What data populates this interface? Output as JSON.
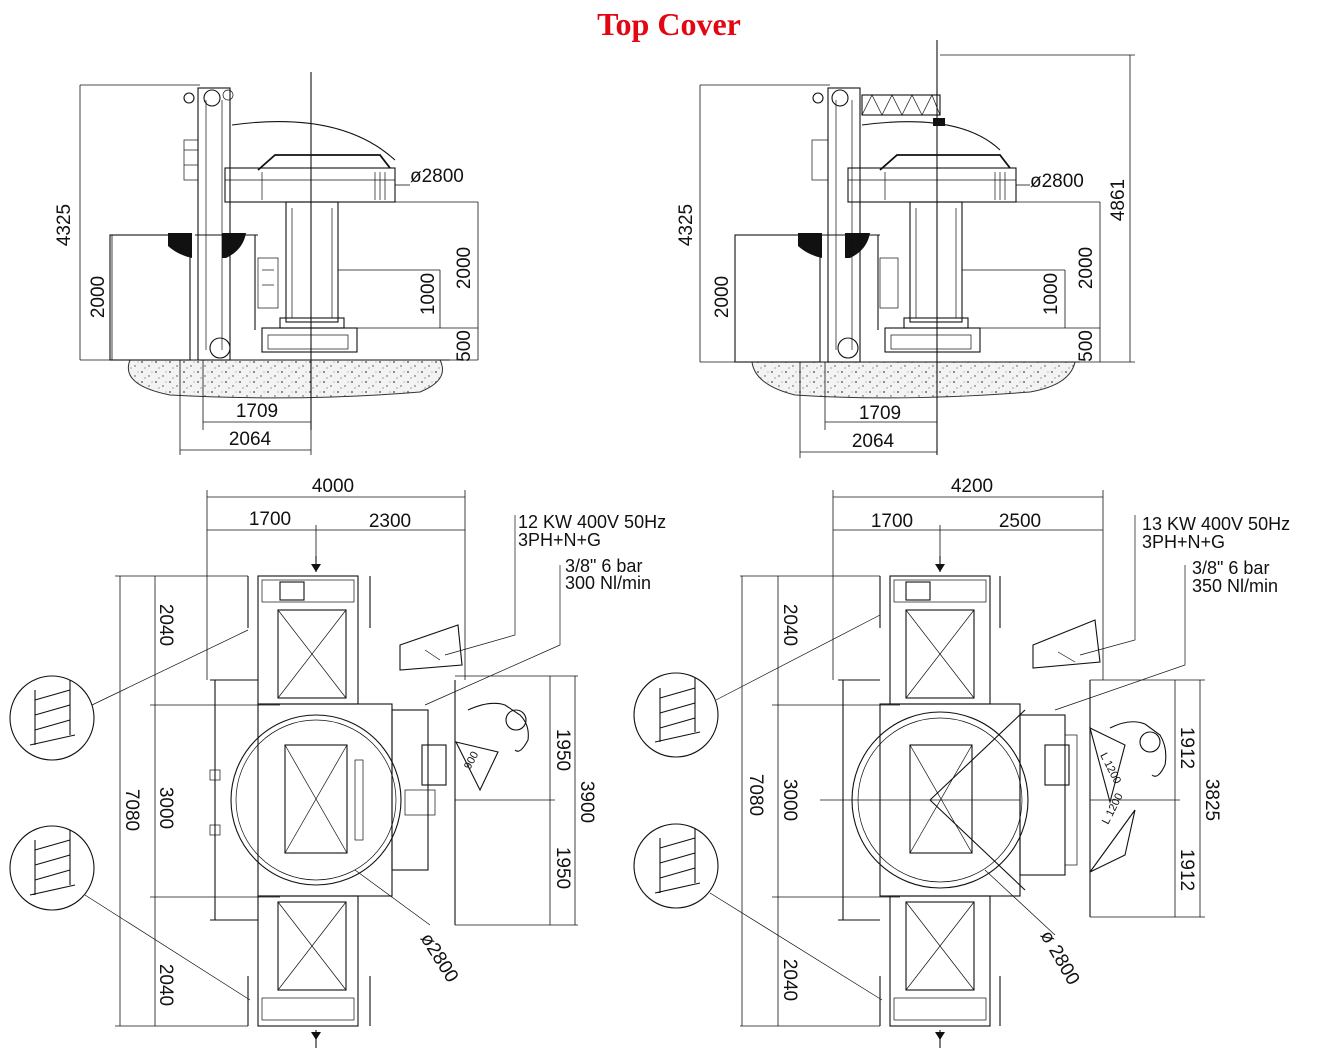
{
  "title": "Top Cover",
  "colors": {
    "title": "#e30613",
    "line": "#111111"
  },
  "elevation_left": {
    "height_total": "4325",
    "height_column": "2000",
    "diameter": "ø2800",
    "height_a": "2000",
    "height_b": "1000",
    "height_c": "500",
    "width_a": "1709",
    "width_b": "2064"
  },
  "elevation_right": {
    "height_total": "4325",
    "height_max": "4861",
    "height_column": "2000",
    "diameter": "ø2800",
    "height_a": "2000",
    "height_b": "1000",
    "height_c": "500",
    "width_a": "1709",
    "width_b": "2064"
  },
  "plan_left": {
    "width_total": "4000",
    "width_a": "1700",
    "width_b": "2300",
    "power_line1": "12 KW 400V 50Hz",
    "power_line2": "3PH+N+G",
    "air_line1": "3/8\" 6 bar",
    "air_line2": "300 Nl/min",
    "len_total": "7080",
    "len_top": "2040",
    "len_mid": "3000",
    "len_bot": "2040",
    "side_top": "1950",
    "side_bot": "1950",
    "side_total": "3900",
    "diameter": "ø2800",
    "door": "900"
  },
  "plan_right": {
    "width_total": "4200",
    "width_a": "1700",
    "width_b": "2500",
    "power_line1": "13 KW 400V 50Hz",
    "power_line2": "3PH+N+G",
    "air_line1": "3/8\" 6 bar",
    "air_line2": "350 Nl/min",
    "len_total": "7080",
    "len_top": "2040",
    "len_mid": "3000",
    "len_bot": "2040",
    "side_top": "1912",
    "side_bot": "1912",
    "side_total": "3825",
    "diameter": "ø 2800",
    "door_a": "L 1200",
    "door_b": "L 1200"
  }
}
